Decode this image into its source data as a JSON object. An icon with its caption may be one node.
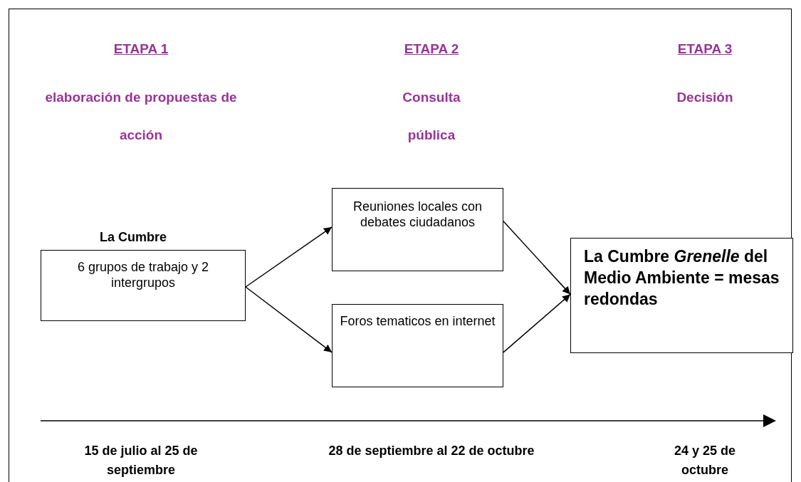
{
  "diagram": {
    "nodes": [
      {
        "text": [
          "La Cumbre",
          "6 grupos de trabajo y 2 intergrupos"
        ]
      },
      {
        "text": [
          "Reuniones locales con debates ciudadanos"
        ]
      },
      {
        "text": [
          "Foros tematicos en internet"
        ]
      },
      {
        "text": [
          "La Cumbre *Grenelle* del Medio Ambiente = mesas redondas"
        ]
      }
    ],
    "edges": [
      {
        "from": 0,
        "to": 1,
        "arrow": "to"
      },
      {
        "from": 0,
        "to": 2,
        "arrow": "to"
      },
      {
        "from": 1,
        "to": 3,
        "arrow": "to"
      },
      {
        "from": 2,
        "to": 3,
        "arrow": "to"
      }
    ],
    "labels": [
      "ETAPA 1",
      "ETAPA 2",
      "ETAPA 3",
      "elaboración de propuestas de acción",
      "Consulta pública",
      "Decisión",
      "15 de julio al 25 de septiembre",
      "28 de septiembre al 22 de octubre",
      "24 y 25 de octubre"
    ]
  }
}
